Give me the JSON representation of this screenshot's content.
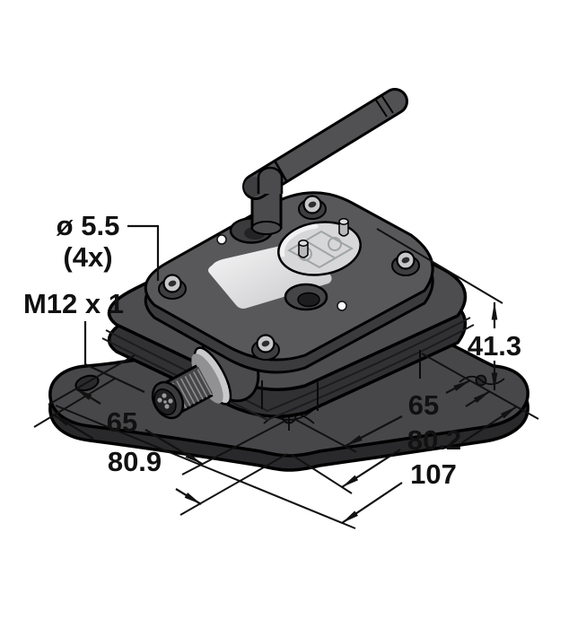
{
  "figure": {
    "type": "technical-dimension-drawing",
    "device": "wireless-sensor-node-with-antenna",
    "background": "#ffffff",
    "line_color": "#111111",
    "colors": {
      "body": "#4d4d50",
      "body_dark": "#2e2e30",
      "lid_top": "#58585b",
      "flange_top": "#47474a",
      "flange_side": "#29292b",
      "window": "#d7d7d9",
      "label": "#f5f5f6",
      "screw": "#c7c7c9",
      "collar": "#cacacc",
      "led": "#fbfbfb"
    },
    "callouts": {
      "hole_diameter_line1": "ø 5.5",
      "hole_diameter_line2": "(4x)",
      "connector_thread": "M12 x 1"
    },
    "dimensions": {
      "height": "41.3",
      "right_inner": "65",
      "right_mid": "80.2",
      "right_outer": "107",
      "left_inner": "65",
      "left_outer": "80.9"
    }
  }
}
